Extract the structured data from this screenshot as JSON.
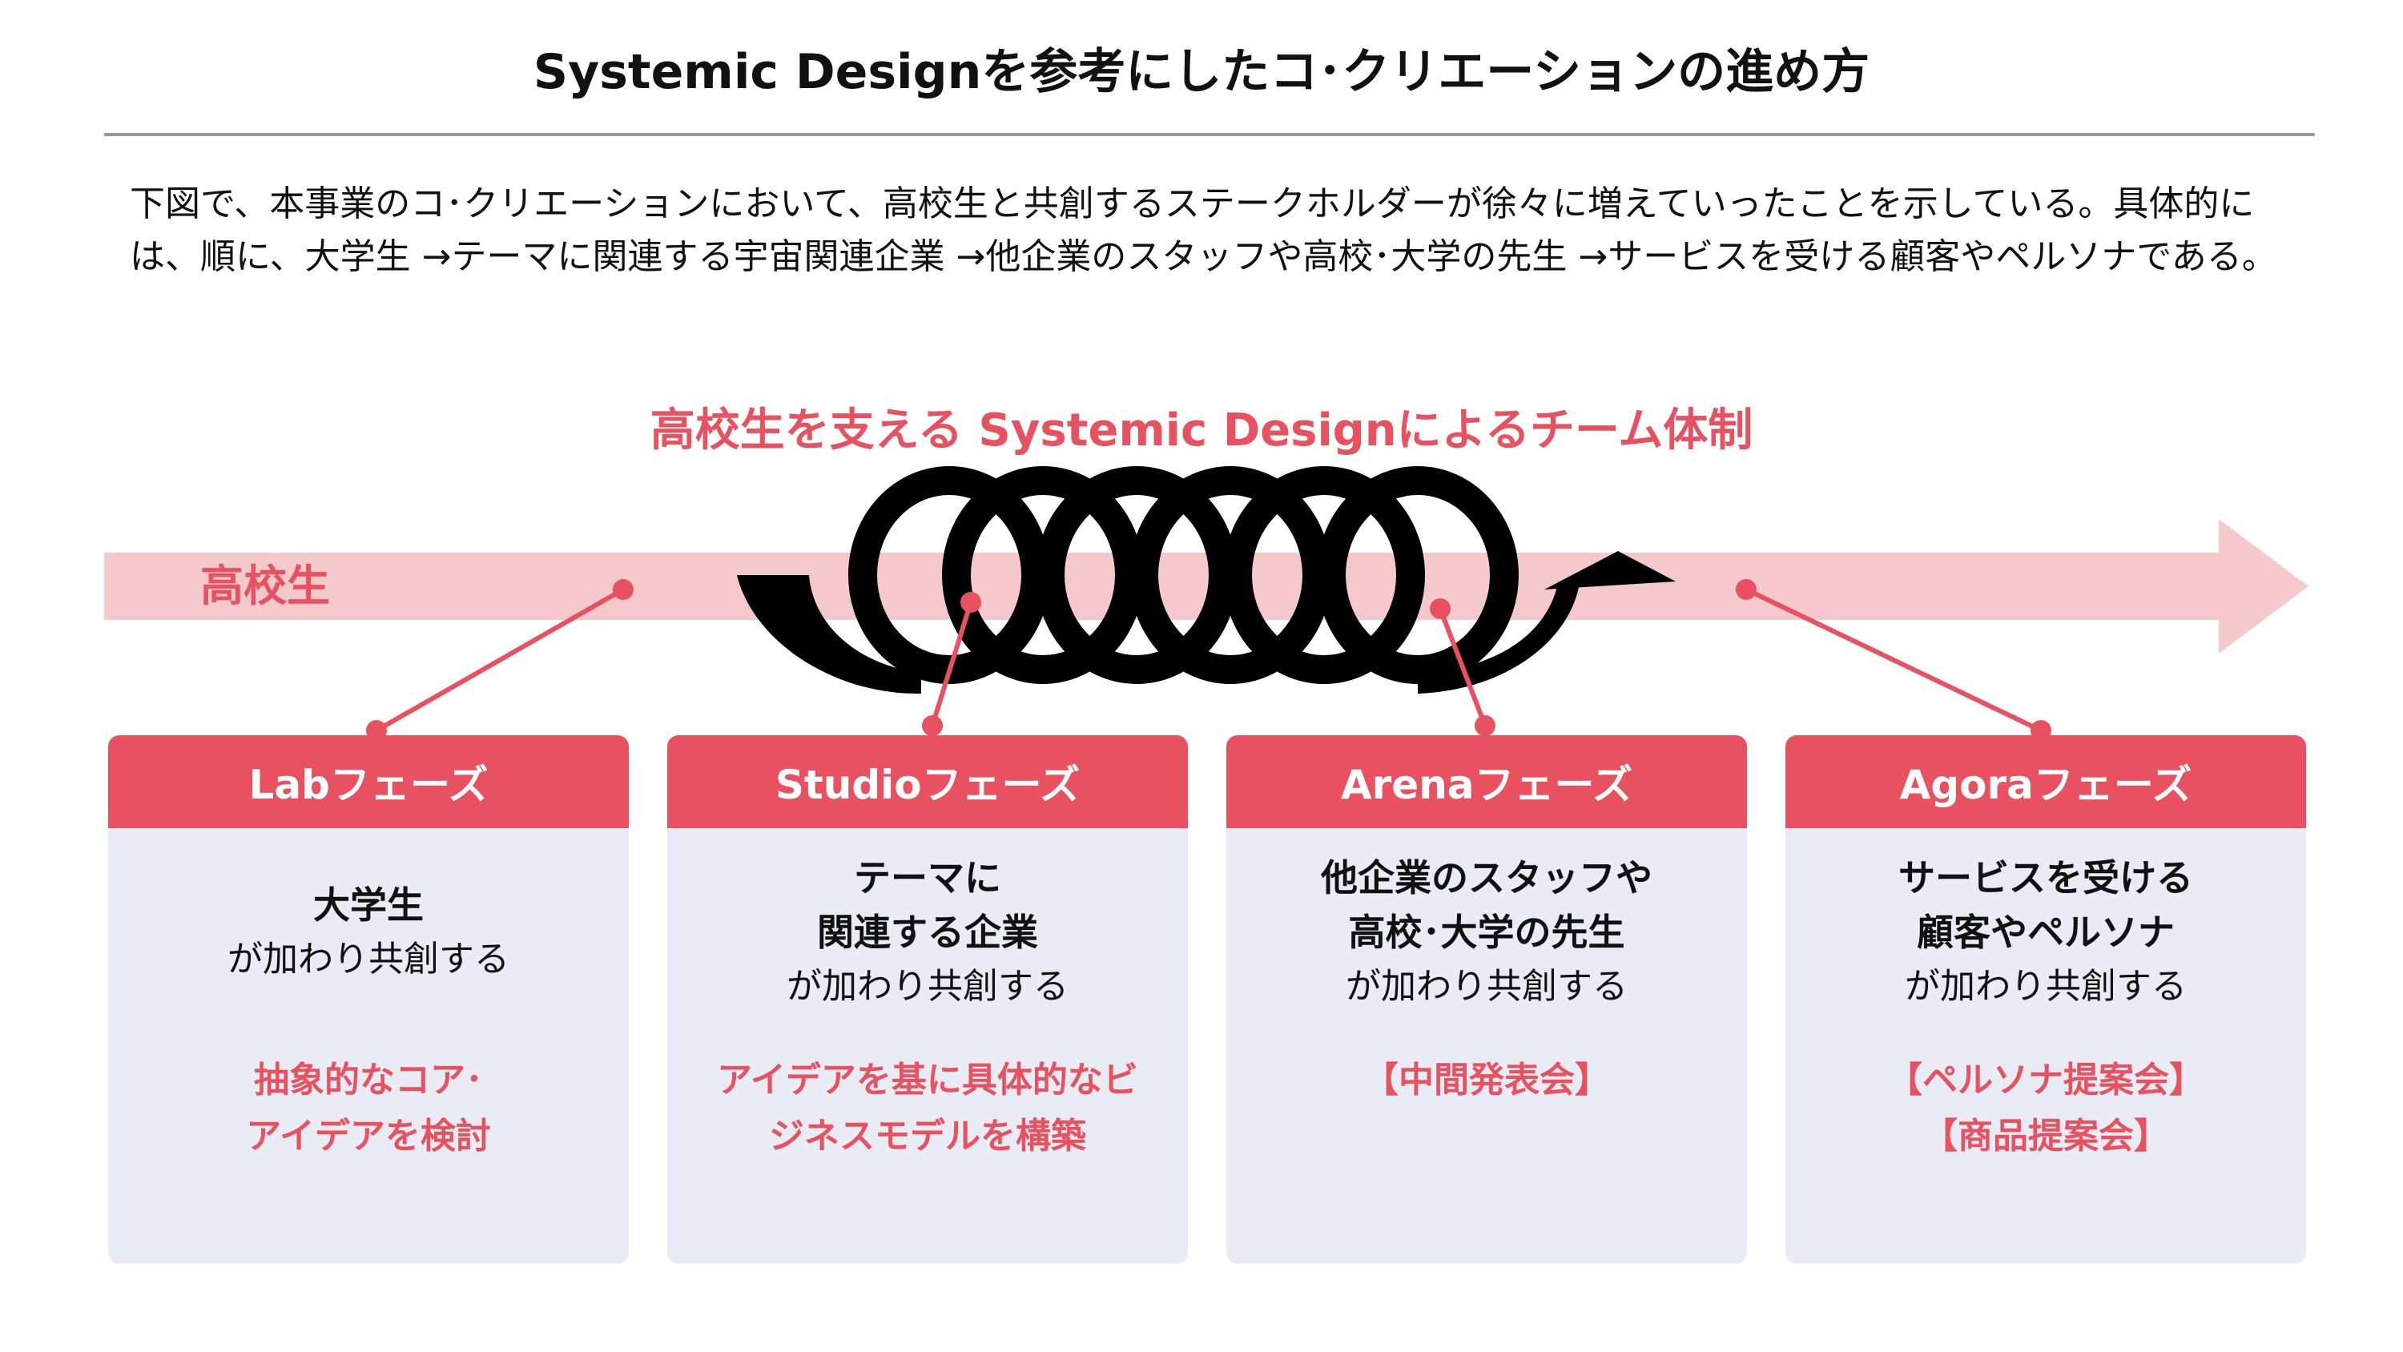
{
  "title": "Systemic Designを参考にしたコ･クリエーションの進め方",
  "description": "下図で、本事業のコ･クリエーションにおいて、高校生と共創するステークホルダーが徐々に増えていったことを示している。具体的には、順に、大学生 →テーマに関連する宇宙関連企業 →他企業のスタッフや高校･大学の先生 →サービスを受ける顧客やペルソナである。",
  "team_title": "高校生を支える Systemic Designによるチーム体制",
  "band_label": "高校生",
  "colors": {
    "accent": "#e8515f",
    "band": "#f5c9cc",
    "card": "#e9ecf4",
    "spiral": "#000000"
  },
  "phases": [
    {
      "name": "Labフェーズ",
      "who": "大学生",
      "joins": "が加わり共創する",
      "activity": "抽象的なコア･\nアイデアを検討"
    },
    {
      "name": "Studioフェーズ",
      "who": "テーマに\n関連する企業",
      "joins": "が加わり共創する",
      "activity": "アイデアを基に具体的なビ\nジネスモデルを構築"
    },
    {
      "name": "Arenaフェーズ",
      "who": "他企業のスタッフや\n高校･大学の先生",
      "joins": "が加わり共創する",
      "activity": "【中間発表会】"
    },
    {
      "name": "Agoraフェーズ",
      "who": "サービスを受ける\n顧客やペルソナ",
      "joins": "が加わり共創する",
      "activity": "【ペルソナ提案会】\n【商品提案会】"
    }
  ]
}
